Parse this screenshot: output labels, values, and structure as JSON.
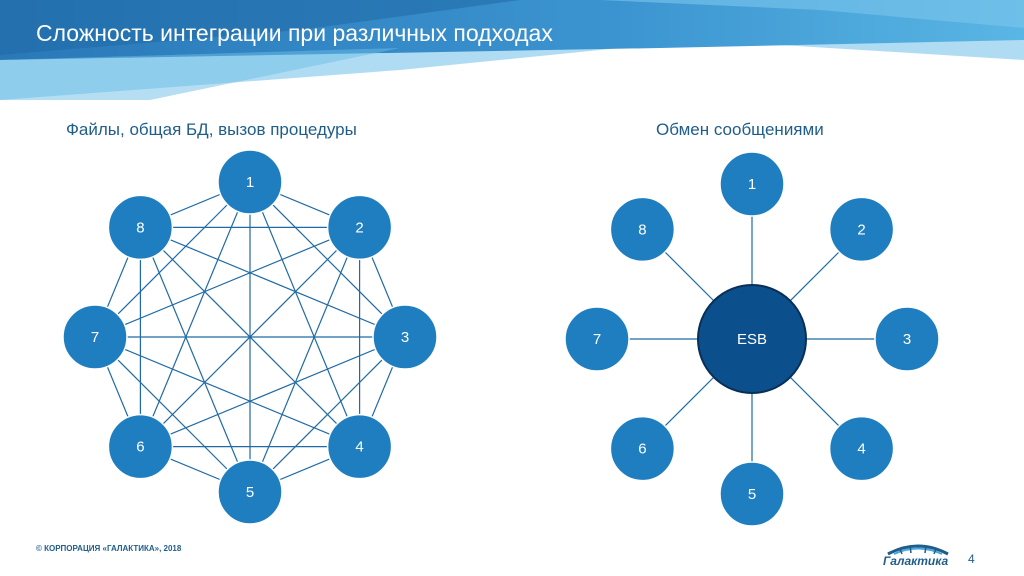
{
  "slide": {
    "title": "Сложность интеграции при различных подходах",
    "copyright": "© КОРПОРАЦИЯ «ГАЛАКТИКА», 2018",
    "page_number": "4"
  },
  "logo": {
    "name": "Галактика"
  },
  "colors": {
    "header_dark": "#1f6aa5",
    "header_light": "#48a6dc",
    "node_fill": "#1f7ec0",
    "node_stroke": "#ffffff",
    "hub_fill": "#0b4f8c",
    "hub_stroke": "#0a2f57",
    "edge": "#1f6aa5",
    "text_blue": "#1f5d8a"
  },
  "diagrams": {
    "left": {
      "title": "Файлы, общая БД, вызов процедуры",
      "topology": "full-mesh",
      "nodes": [
        "1",
        "2",
        "3",
        "4",
        "5",
        "6",
        "7",
        "8"
      ]
    },
    "right": {
      "title": "Обмен сообщениями",
      "topology": "hub-and-spoke",
      "hub": "ESB",
      "nodes": [
        "1",
        "2",
        "3",
        "4",
        "5",
        "6",
        "7",
        "8"
      ]
    }
  }
}
